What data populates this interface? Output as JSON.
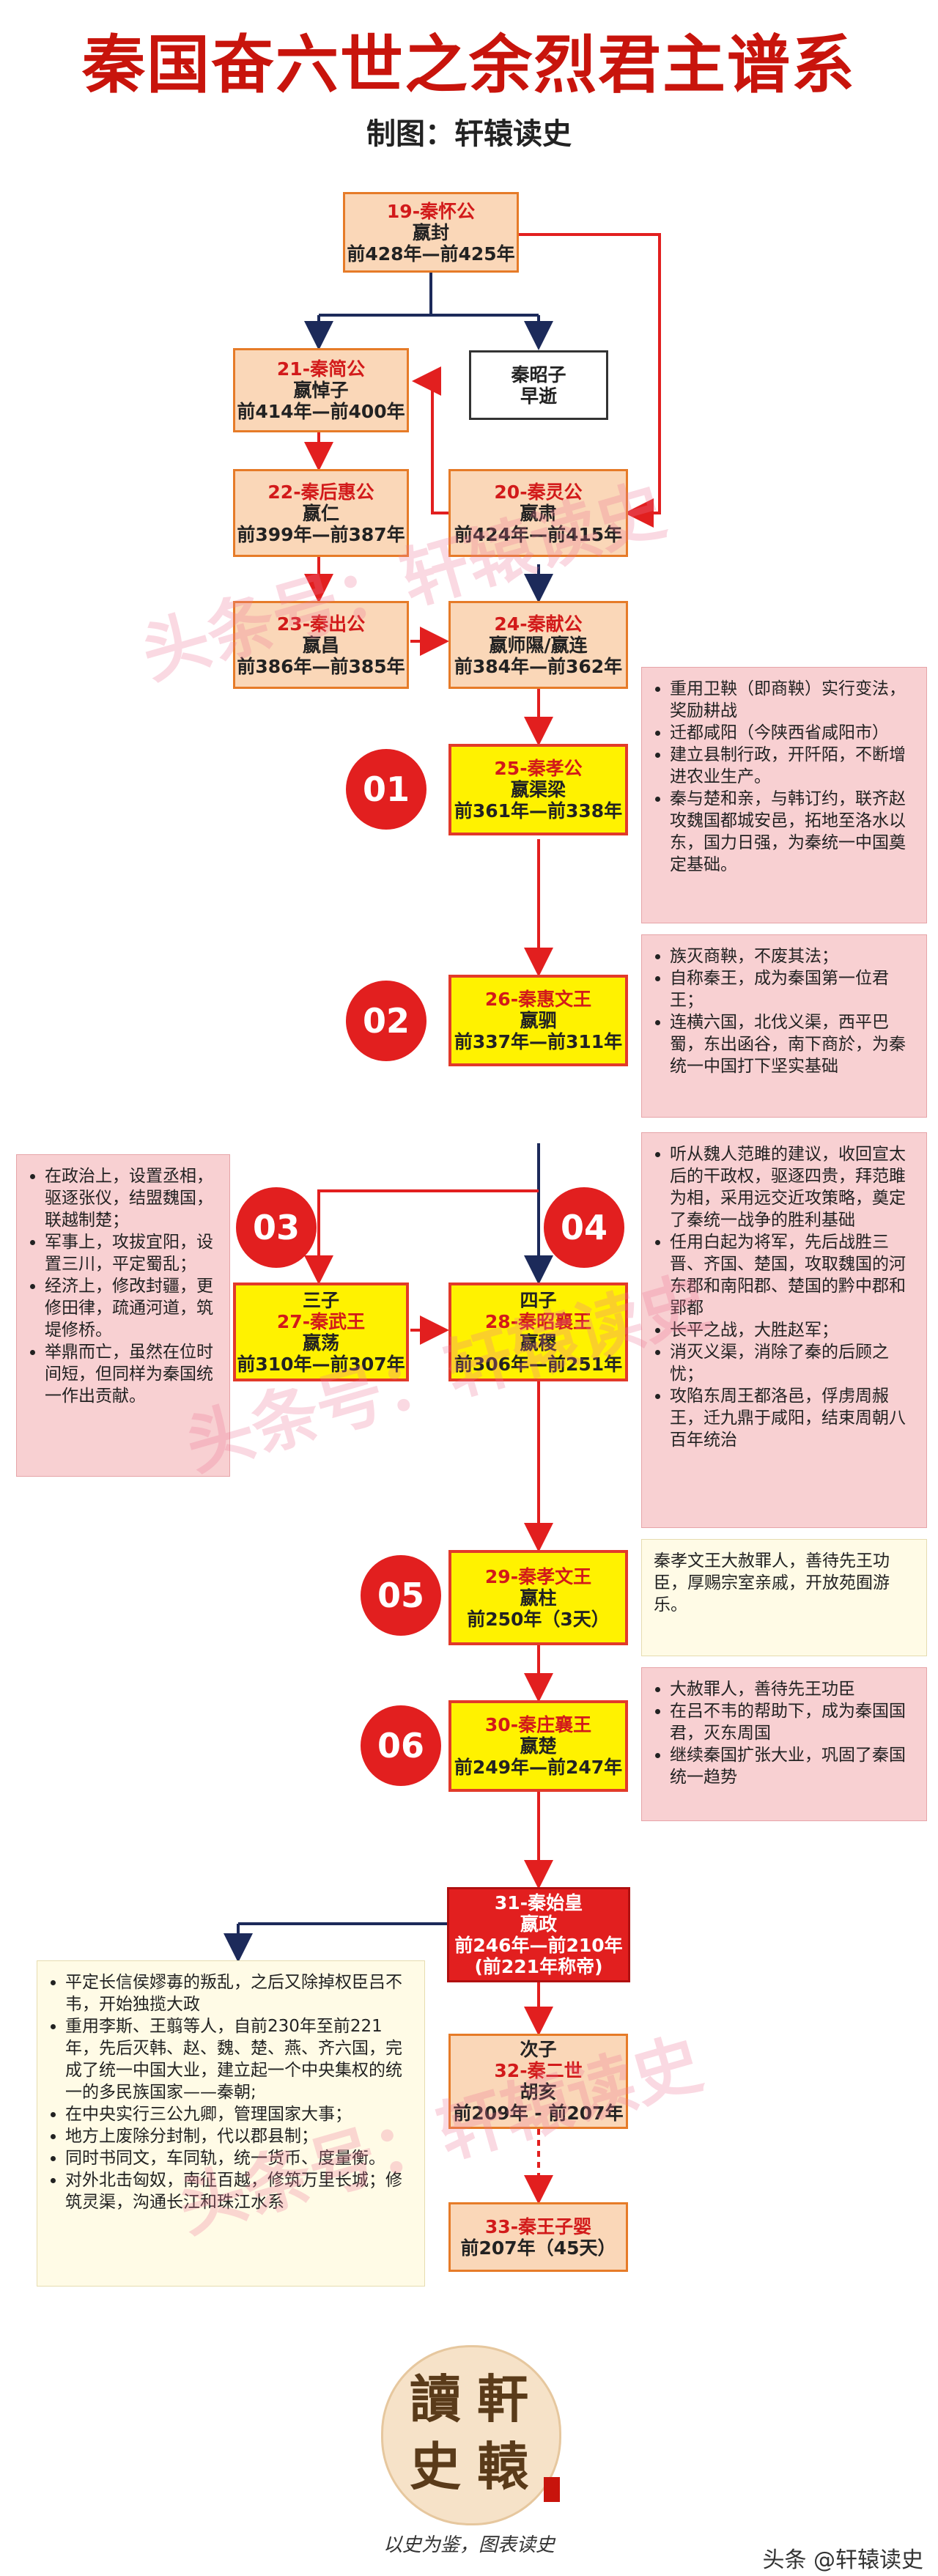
{
  "title": "秦国奋六世之余烈君主谱系",
  "subtitle": "制图：轩辕读史",
  "watermark": "头条号：轩辕读史",
  "rulers": {
    "r19": {
      "name": "19-秦怀公",
      "lines": [
        "嬴封",
        "前428年—前425年"
      ]
    },
    "r21": {
      "name": "21-秦简公",
      "lines": [
        "嬴悼子",
        "前414年—前400年"
      ]
    },
    "zhaozi": {
      "name": "",
      "lines": [
        "秦昭子",
        "早逝"
      ]
    },
    "r22": {
      "name": "22-秦后惠公",
      "lines": [
        "嬴仁",
        "前399年—前387年"
      ]
    },
    "r20": {
      "name": "20-秦灵公",
      "lines": [
        "嬴肃",
        "前424年—前415年"
      ]
    },
    "r23": {
      "name": "23-秦出公",
      "lines": [
        "嬴昌",
        "前386年—前385年"
      ]
    },
    "r24": {
      "name": "24-秦献公",
      "lines": [
        "嬴师隰/嬴连",
        "前384年—前362年"
      ]
    },
    "r25": {
      "name": "25-秦孝公",
      "lines": [
        "嬴渠梁",
        "前361年—前338年"
      ]
    },
    "r26": {
      "name": "26-秦惠文王",
      "lines": [
        "嬴驷",
        "前337年—前311年"
      ]
    },
    "r27": {
      "name": "27-秦武王",
      "pre": "三子",
      "lines": [
        "嬴荡",
        "前310年—前307年"
      ]
    },
    "r28": {
      "name": "28-秦昭襄王",
      "pre": "四子",
      "lines": [
        "嬴稷",
        "前306年—前251年"
      ]
    },
    "r29": {
      "name": "29-秦孝文王",
      "lines": [
        "嬴柱",
        "前250年（3天）"
      ]
    },
    "r30": {
      "name": "30-秦庄襄王",
      "lines": [
        "嬴楚",
        "前249年—前247年"
      ]
    },
    "r31": {
      "name": "31-秦始皇",
      "lines": [
        "嬴政",
        "前246年—前210年",
        "(前221年称帝)"
      ]
    },
    "r32": {
      "name": "32-秦二世",
      "pre": "次子",
      "lines": [
        "胡亥",
        "前209年 - 前207年"
      ]
    },
    "r33": {
      "name": "33-秦王子婴",
      "lines": [
        "前207年（45天）"
      ]
    }
  },
  "badges": [
    "01",
    "02",
    "03",
    "04",
    "05",
    "06"
  ],
  "notes": {
    "n25": [
      "重用卫鞅（即商鞅）实行变法，奖励耕战",
      "迁都咸阳（今陕西省咸阳市）",
      "建立县制行政，开阡陌，不断增进农业生产。",
      "秦与楚和亲，与韩订约，联齐赵攻魏国都城安邑，拓地至洛水以东，国力日强，为秦统一中国奠定基础。"
    ],
    "n26": [
      "族灭商鞅，不废其法；",
      "自称秦王，成为秦国第一位君王；",
      "连横六国，北伐义渠，西平巴蜀，东出函谷，南下商於，为秦统一中国打下坚实基础"
    ],
    "n27": [
      "在政治上，设置丞相，驱逐张仪，结盟魏国，联越制楚；",
      "军事上，攻拔宜阳，设置三川，平定蜀乱；",
      "经济上，修改封疆，更修田律，疏通河道，筑堤修桥。",
      "举鼎而亡，虽然在位时间短，但同样为秦国统一作出贡献。"
    ],
    "n28": [
      "听从魏人范雎的建议，收回宣太后的干政权，驱逐四贵，拜范雎为相，采用远交近攻策略，奠定了秦统一战争的胜利基础",
      "任用白起为将军，先后战胜三晋、齐国、楚国，攻取魏国的河东郡和南阳郡、楚国的黔中郡和郢都",
      "长平之战，大胜赵军；",
      "消灭义渠，消除了秦的后顾之忧；",
      "攻陷东周王都洛邑，俘虏周赧王，迁九鼎于咸阳，结束周朝八百年统治"
    ],
    "n29": "秦孝文王大赦罪人，善待先王功臣，厚赐宗室亲戚，开放苑囿游乐。",
    "n30": [
      "大赦罪人，善待先王功臣",
      "在吕不韦的帮助下，成为秦国国君，灭东周国",
      "继续秦国扩张大业，巩固了秦国统一趋势"
    ],
    "n31": [
      "平定长信侯嫪毐的叛乱，之后又除掉权臣吕不韦，开始独揽大政",
      "重用李斯、王翦等人，自前230年至前221年，先后灭韩、赵、魏、楚、燕、齐六国，完成了统一中国大业，建立起一个中央集权的统一的多民族国家——秦朝;",
      "在中央实行三公九卿，管理国家大事；",
      "地方上废除分封制，代以郡县制；",
      "同时书同文，车同轨，统一货币、度量衡。",
      "对外北击匈奴，南征百越，修筑万里长城；修筑灵渠，沟通长江和珠江水系"
    ]
  },
  "seal": {
    "chars": [
      "讀",
      "軒",
      "史",
      "轅"
    ]
  },
  "slogan": "以史为鉴，图表读史",
  "credit": "头条 @轩辕读史"
}
